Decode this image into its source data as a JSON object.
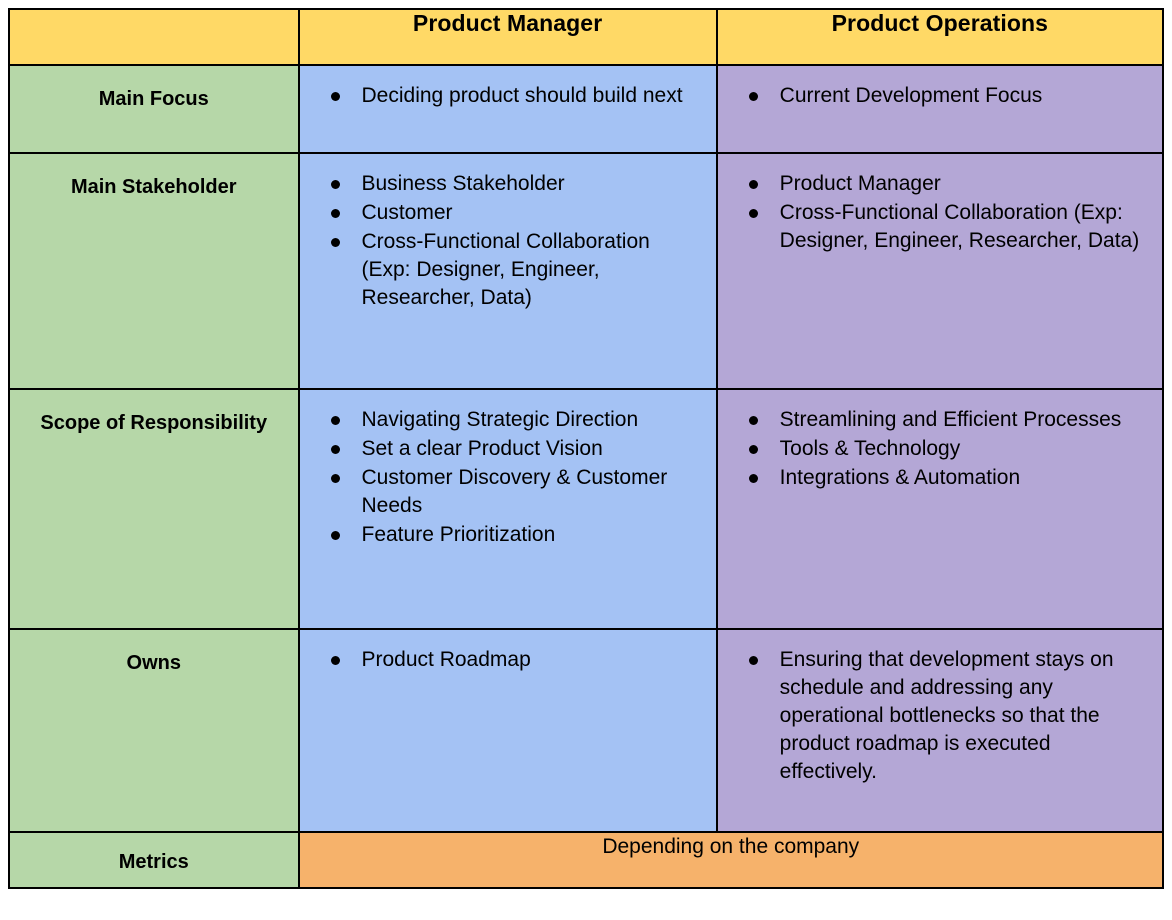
{
  "table": {
    "header": {
      "corner_label": "",
      "columns": [
        {
          "id": "product-manager",
          "label": "Product Manager"
        },
        {
          "id": "product-operations",
          "label": "Product Operations"
        }
      ]
    },
    "rows": [
      {
        "id": "main-focus",
        "label": "Main Focus",
        "product_manager": [
          "Deciding product should build next"
        ],
        "product_operations": [
          "Current Development Focus"
        ]
      },
      {
        "id": "main-stakeholder",
        "label": "Main Stakeholder",
        "product_manager": [
          "Business Stakeholder",
          "Customer",
          "Cross-Functional Collaboration (Exp: Designer, Engineer, Researcher, Data)"
        ],
        "product_operations": [
          "Product Manager",
          "Cross-Functional Collaboration (Exp: Designer, Engineer, Researcher, Data)"
        ]
      },
      {
        "id": "scope-of-responsibility",
        "label": "Scope of Responsibility",
        "product_manager": [
          "Navigating Strategic Direction",
          "Set a clear Product Vision",
          "Customer Discovery & Customer Needs",
          "Feature Prioritization"
        ],
        "product_operations": [
          "Streamlining and Efficient Processes",
          "Tools & Technology",
          "Integrations & Automation"
        ]
      },
      {
        "id": "owns",
        "label": "Owns",
        "product_manager": [
          "Product Roadmap"
        ],
        "product_operations": [
          "Ensuring that development stays on schedule and addressing any operational bottlenecks so that the product roadmap is executed effectively."
        ]
      }
    ],
    "metrics_row": {
      "id": "metrics",
      "label": "Metrics",
      "value": "Depending on the company"
    }
  },
  "colors": {
    "header_yellow": "#FFD966",
    "label_green": "#B6D7A8",
    "pm_blue": "#A4C2F4",
    "po_purple": "#B4A7D6",
    "metrics_orange": "#F6B26B",
    "border_black": "#000000",
    "text_black": "#000000",
    "page_background": "#FFFFFF"
  }
}
